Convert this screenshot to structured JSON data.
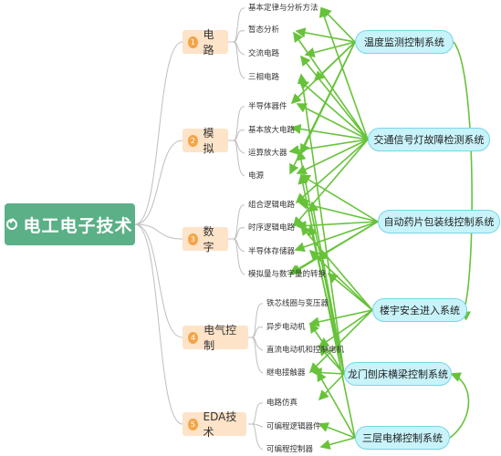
{
  "root": {
    "label": "电工电子技术"
  },
  "categories": [
    {
      "num": "1",
      "label": "电路"
    },
    {
      "num": "2",
      "label": "模拟"
    },
    {
      "num": "3",
      "label": "数字"
    },
    {
      "num": "4",
      "label": "电气控制"
    },
    {
      "num": "5",
      "label": "EDA技术"
    }
  ],
  "topics": [
    "基本定律与分析方法",
    "暂态分析",
    "交流电路",
    "三相电路",
    "半导体器件",
    "基本放大电路",
    "运算放大器",
    "电源",
    "组合逻辑电路",
    "时序逻辑电路",
    "半导体存储器",
    "模拟量与数字量的转换",
    "铁芯线圈与变压器",
    "异步电动机",
    "直流电动机和控制电机",
    "继电接触器",
    "电路仿真",
    "可编程逻辑器件",
    "可编程控制器"
  ],
  "systems": [
    "温度监测控制系统",
    "交通信号灯故障检测系统",
    "自动药片包装线控制系统",
    "楼宇安全进入系统",
    "龙门刨床横梁控制系统",
    "三层电梯控制系统"
  ],
  "colors": {
    "root": "#5bb087",
    "category": "#fde3c8",
    "badge": "#f4a448",
    "system": "#c8f3fa",
    "arrow": "#67c23a",
    "branch": "#bfbfbf"
  }
}
